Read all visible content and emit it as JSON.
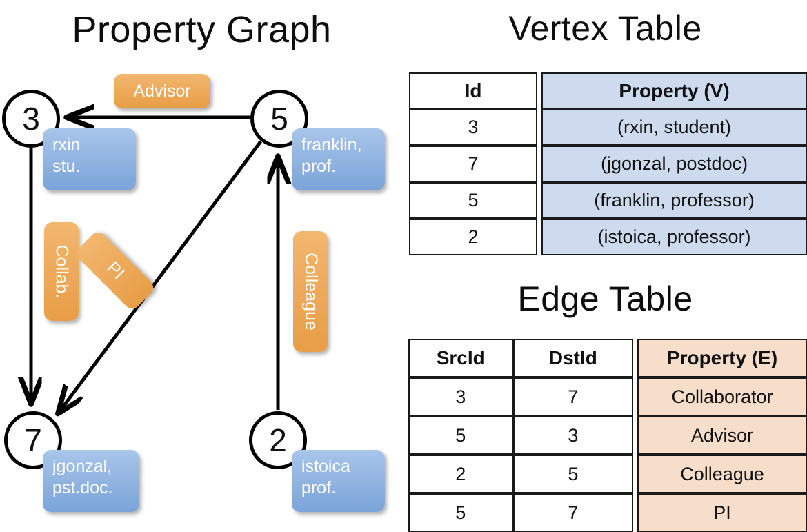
{
  "titles": {
    "property_graph": "Property Graph",
    "vertex_table": "Vertex Table",
    "edge_table": "Edge Table"
  },
  "graph": {
    "nodes": [
      {
        "id": "3",
        "property": "rxin\nstu.",
        "line1": "rxin",
        "line2": "stu."
      },
      {
        "id": "5",
        "property": "franklin, prof.",
        "line1": "franklin,",
        "line2": "prof."
      },
      {
        "id": "7",
        "property": "jgonzal, pst.doc.",
        "line1": "jgonzal,",
        "line2": "pst.doc."
      },
      {
        "id": "2",
        "property": "istoica prof.",
        "line1": "istoica",
        "line2": "prof."
      }
    ],
    "node_ids": {
      "three": "3",
      "five": "5",
      "seven": "7",
      "two": "2"
    },
    "edge_labels": {
      "advisor": "Advisor",
      "collab": "Collab.",
      "pi": "PI",
      "colleague": "Colleague"
    },
    "edges": [
      {
        "from": "5",
        "to": "3",
        "label": "Advisor"
      },
      {
        "from": "3",
        "to": "7",
        "label": "Collab."
      },
      {
        "from": "5",
        "to": "7",
        "label": "PI"
      },
      {
        "from": "2",
        "to": "5",
        "label": "Colleague"
      }
    ]
  },
  "vertex_table": {
    "headers": [
      "Id",
      "Property (V)"
    ],
    "header_id": "Id",
    "header_property": "Property (V)",
    "rows": [
      {
        "id": "3",
        "property": "(rxin, student)"
      },
      {
        "id": "7",
        "property": "(jgonzal, postdoc)"
      },
      {
        "id": "5",
        "property": "(franklin, professor)"
      },
      {
        "id": "2",
        "property": "(istoica, professor)"
      }
    ]
  },
  "edge_table": {
    "headers": [
      "SrcId",
      "DstId",
      "Property (E)"
    ],
    "header_src": "SrcId",
    "header_dst": "DstId",
    "header_property": "Property (E)",
    "rows": [
      {
        "src": "3",
        "dst": "7",
        "property": "Collaborator"
      },
      {
        "src": "5",
        "dst": "3",
        "property": "Advisor"
      },
      {
        "src": "2",
        "dst": "5",
        "property": "Colleague"
      },
      {
        "src": "5",
        "dst": "7",
        "property": "PI"
      }
    ]
  },
  "colors": {
    "vertex_property_fill": "#cedbef",
    "edge_property_fill": "#f7decb",
    "node_box_blue": "#8fb2e0",
    "edge_label_orange": "#eda859",
    "stroke": "#000000",
    "background": "#ffffff"
  }
}
